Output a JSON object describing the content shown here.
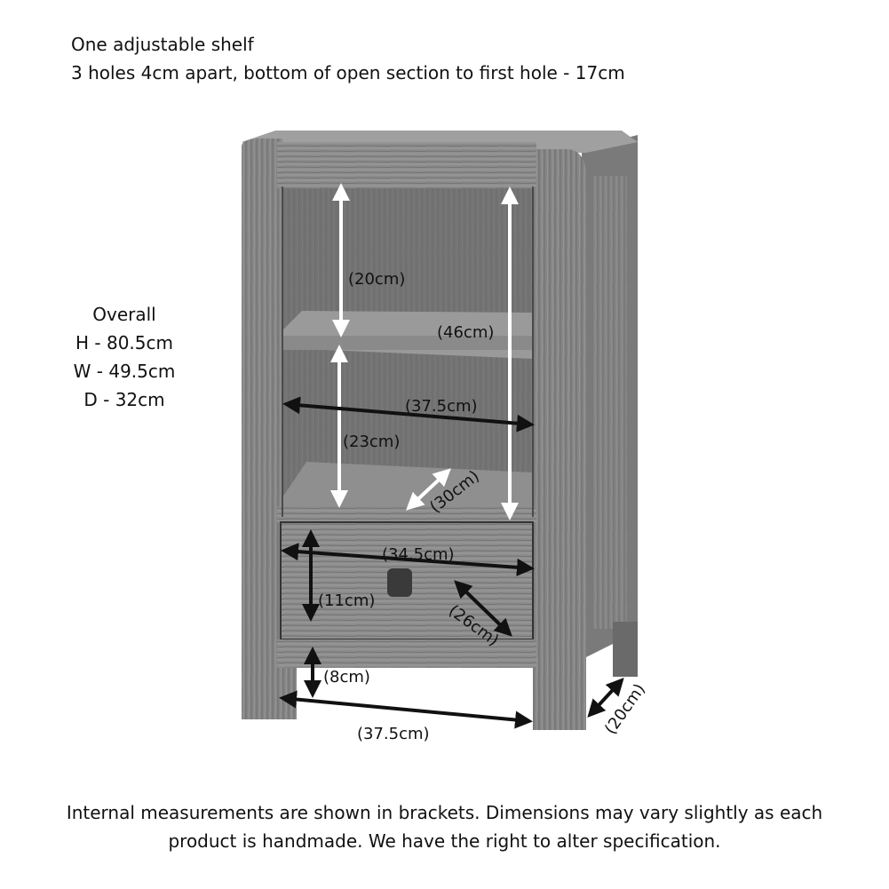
{
  "notes": {
    "line1": "One adjustable shelf",
    "line2": "3 holes 4cm apart, bottom of open section to first hole - 17cm"
  },
  "overall": {
    "title": "Overall",
    "height": "H - 80.5cm",
    "width": "W - 49.5cm",
    "depth": "D - 32cm"
  },
  "dimensions": {
    "upper_shelf_height": "(20cm)",
    "open_section_height": "(46cm)",
    "internal_width": "(37.5cm)",
    "lower_shelf_height": "(23cm)",
    "shelf_depth": "(30cm)",
    "drawer_width": "(34.5cm)",
    "drawer_height": "(11cm)",
    "drawer_depth": "(26cm)",
    "leg_height": "(8cm)",
    "base_width": "(37.5cm)",
    "base_depth": "(20cm)"
  },
  "footer": {
    "line1": "Internal measurements are shown in brackets. Dimensions may vary slightly as each",
    "line2": "product is handmade. We have the right to alter specification."
  },
  "colors": {
    "wood_light": "#8a8a8a",
    "wood_dark": "#5c5c5c",
    "interior": "#6e6e6e",
    "arrow_white": "#ffffff",
    "arrow_black": "#111111"
  }
}
